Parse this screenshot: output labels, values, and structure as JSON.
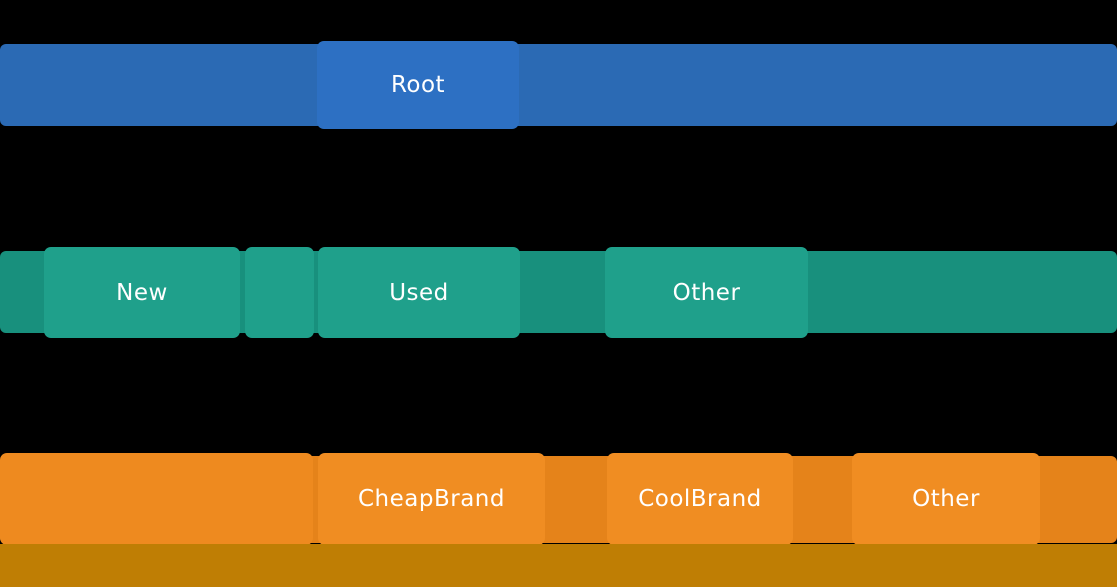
{
  "figure": {
    "type": "hierarchy-tree-levels",
    "background": "#000000",
    "text_color": "#ffffff",
    "levels": [
      {
        "name": "root-level",
        "bar_color": "#2b6ab4",
        "node_color": "#2d70c3",
        "nodes": [
          {
            "label": "Root"
          }
        ]
      },
      {
        "name": "condition-level",
        "bar_color": "#18907d",
        "node_color": "#1fa08b",
        "nodes": [
          {
            "label": "New"
          },
          {
            "label": "Used"
          },
          {
            "label": "Other"
          }
        ]
      },
      {
        "name": "brand-level",
        "bar_color": "#e5831a",
        "node_color": "#f08d22",
        "unlabeled_color": "#ee8a1f",
        "strip_color": "#bf7e04",
        "nodes": [
          {
            "label": "CheapBrand"
          },
          {
            "label": "CoolBrand"
          },
          {
            "label": "Other"
          }
        ]
      }
    ]
  }
}
